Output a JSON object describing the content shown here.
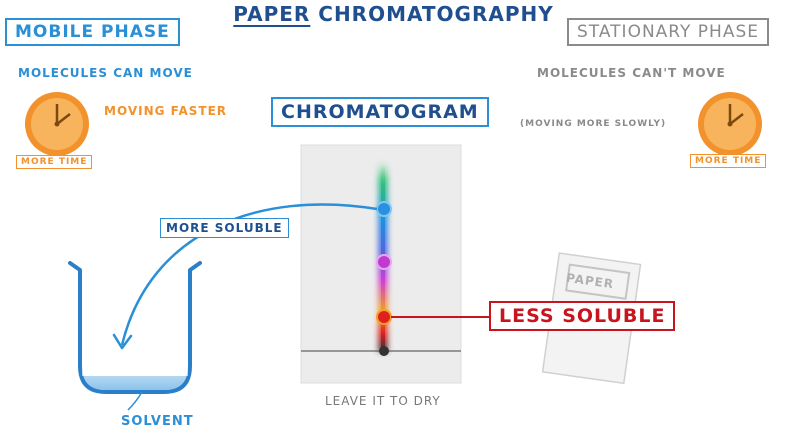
{
  "title": {
    "part1": "Paper",
    "part2": "Chromatography"
  },
  "mobile": {
    "heading": "Mobile Phase",
    "note1": "Molecules can move",
    "note2": "Moving faster",
    "clock_label": "More time"
  },
  "stationary": {
    "heading": "Stationary Phase",
    "note1": "Molecules can't move",
    "note2": "(Moving more slowly)",
    "clock_label": "More time"
  },
  "chromatogram": {
    "heading": "Chromatogram",
    "caption": "Leave it to dry",
    "more_soluble": "More soluble",
    "less_soluble": "Less soluble"
  },
  "beaker": {
    "label": "Solvent"
  },
  "paper_sheet": {
    "label": "Paper"
  },
  "colors": {
    "blue": "#1f4f8f",
    "light_blue": "#2a8fd6",
    "orange": "#f2922c",
    "gray": "#8a8a8a",
    "red": "#c8141e"
  }
}
